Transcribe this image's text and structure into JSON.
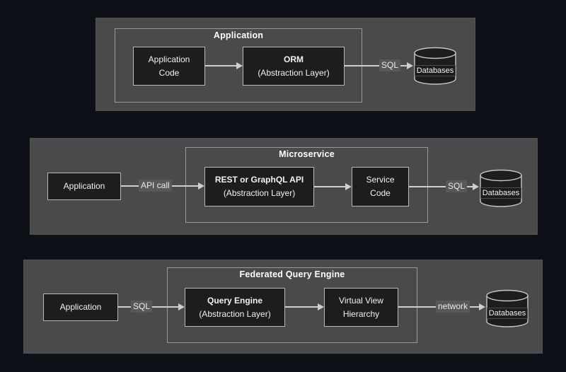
{
  "colors": {
    "page_bg": "#0d1117",
    "panel_bg": "#4a4a4a",
    "inner_border": "#9a9a9a",
    "node_bg": "#1d1d1d",
    "node_border": "#b8b8b8",
    "arrow": "#cfcfcf",
    "edge_label_bg": "#585858",
    "text": "#f2f2f2"
  },
  "diagrams": {
    "orm": {
      "title": "Application",
      "nodes": {
        "app_code": {
          "line1": "Application",
          "line2": "Code"
        },
        "orm": {
          "line1": "ORM",
          "line2": "(Abstraction Layer)"
        },
        "db": {
          "label": "Databases"
        }
      },
      "edges": {
        "sql": "SQL"
      }
    },
    "microservice": {
      "title": "Microservice",
      "nodes": {
        "app": {
          "label": "Application"
        },
        "api": {
          "line1": "REST or GraphQL API",
          "line2": "(Abstraction Layer)"
        },
        "service": {
          "line1": "Service",
          "line2": "Code"
        },
        "db": {
          "label": "Databases"
        }
      },
      "edges": {
        "api_call": "API call",
        "sql": "SQL"
      }
    },
    "federated": {
      "title": "Federated Query Engine",
      "nodes": {
        "app": {
          "label": "Application"
        },
        "engine": {
          "line1": "Query Engine",
          "line2": "(Abstraction Layer)"
        },
        "view": {
          "line1": "Virtual View",
          "line2": "Hierarchy"
        },
        "db": {
          "label": "Databases"
        }
      },
      "edges": {
        "sql": "SQL",
        "network": "network"
      }
    }
  }
}
